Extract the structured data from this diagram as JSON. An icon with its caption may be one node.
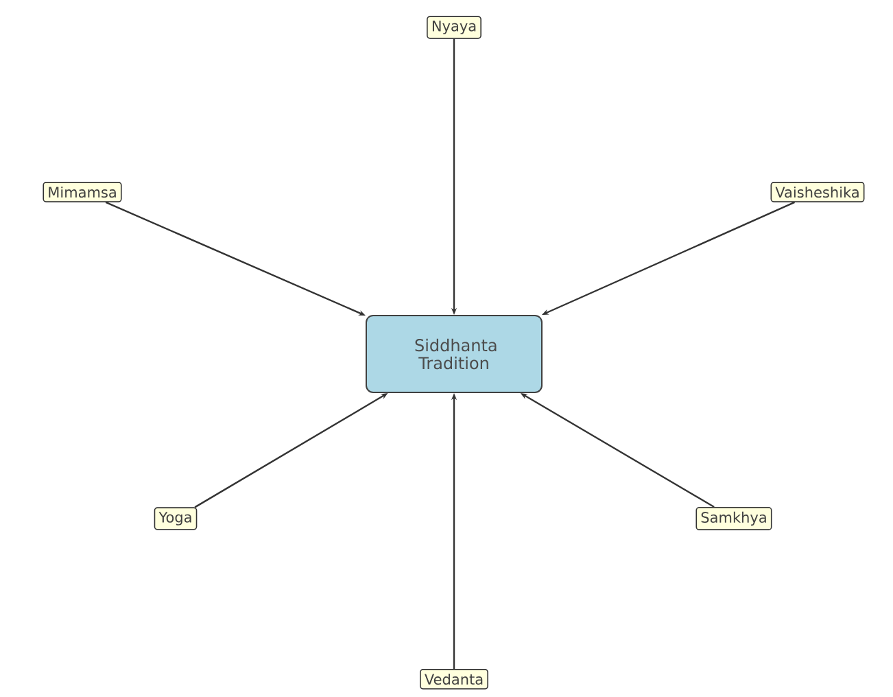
{
  "diagram": {
    "nodes": [
      {
        "text": [
          "Nyaya"
        ]
      },
      {
        "text": [
          "Mimamsa"
        ]
      },
      {
        "text": [
          "Vaisheshika"
        ]
      },
      {
        "text": [
          "Siddhanta Tradition"
        ]
      },
      {
        "text": [
          "Yoga"
        ]
      },
      {
        "text": [
          "Samkhya"
        ]
      },
      {
        "text": [
          "Vedanta"
        ]
      }
    ],
    "edges": [
      {
        "from": 0,
        "to": 3,
        "arrow": "to"
      },
      {
        "from": 1,
        "to": 3,
        "arrow": "to"
      },
      {
        "from": 2,
        "to": 3,
        "arrow": "to"
      },
      {
        "from": 4,
        "to": 3,
        "arrow": "to"
      },
      {
        "from": 5,
        "to": 3,
        "arrow": "to"
      },
      {
        "from": 6,
        "to": 3,
        "arrow": "to"
      }
    ]
  }
}
